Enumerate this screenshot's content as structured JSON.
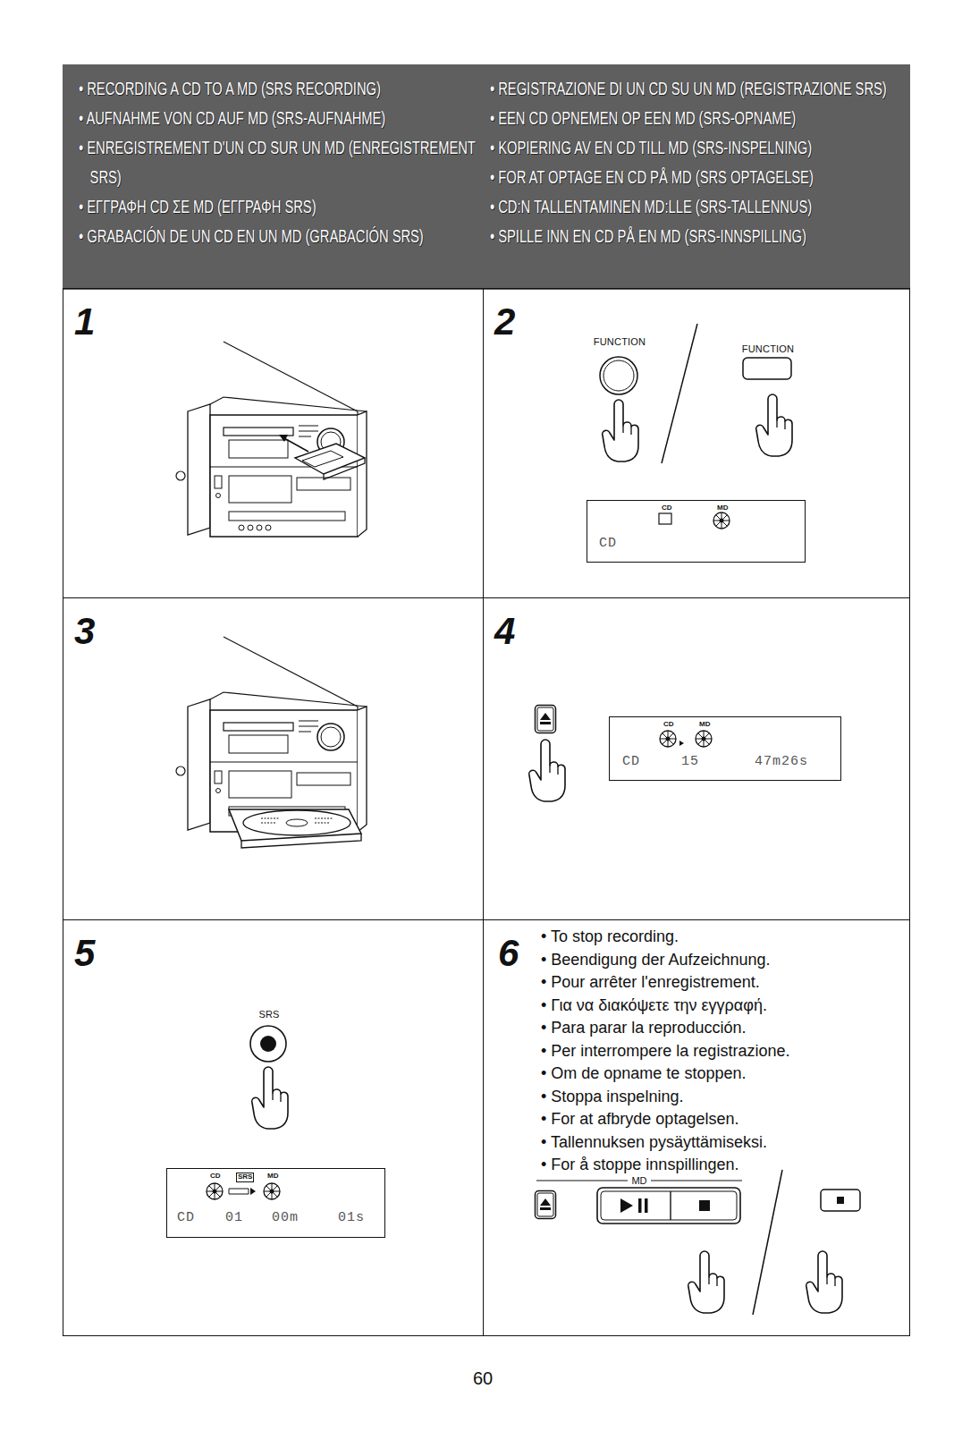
{
  "diagram": {
    "nodes": [
      {
        "text": [
          "• RECORDING A CD TO A MD (SRS RECORDING)",
          "• AUFNAHME VON CD AUF MD (SRS-AUFNAHME)",
          "• ENREGISTREMENT D'UN CD SUR UN MD (ENREGISTREMENT SRS)",
          "• ΕΓΓΡΑΦΗ CD ΣΕ MD (ΕΓΓΡΑΦΗ SRS)",
          "• GRABACIÓN DE UN CD EN UN MD (GRABACIÓN SRS)",
          "• REGISTRAZIONE DI UN CD SU UN MD (REGISTRAZIONE SRS)",
          "• EEN CD OPNEMEN OP EEN MD (SRS-OPNAME)",
          "• KOPIERING AV EN CD TILL MD (SRS-INSPELNING)",
          "• FOR AT OPTAGE EN CD PÅ MD (SRS OPTAGELSE)",
          "• CD:N TALLENTAMINEN MD:LLE (SRS-TALLENNUS)",
          "• SPILLE INN EN CD PÅ EN MD (SRS-INNSPILLING)"
        ]
      },
      {
        "text": [
          "1"
        ]
      },
      {
        "text": [
          "2"
        ]
      },
      {
        "text": [
          "FUNCTION"
        ],
        "in": 2
      },
      {
        "text": [
          "FUNCTION"
        ],
        "in": 2
      },
      {
        "text": [
          "CD",
          "MD",
          "CD"
        ],
        "in": 2
      },
      {
        "text": [
          "3"
        ]
      },
      {
        "text": [
          "4"
        ]
      },
      {
        "text": [
          "CD",
          "MD",
          "CD",
          "15",
          "47m26s"
        ],
        "in": 7
      },
      {
        "text": [
          "5"
        ]
      },
      {
        "text": [
          "SRS"
        ],
        "in": 9
      },
      {
        "text": [
          "CD",
          "SRS",
          "MD",
          "CD",
          "01",
          "00m",
          "01s"
        ],
        "in": 9
      },
      {
        "text": [
          "6",
          "• To stop recording.",
          "• Beendigung der Aufzeichnung.",
          "• Pour arrêter l'enregistrement.",
          "• Για να διακόψετε την εγγραφή.",
          "• Para parar la reproducción.",
          "• Per interrompere la registrazione.",
          "• Om de opname te stoppen.",
          "• Stoppa inspelning.",
          "• For at afbryde optagelsen.",
          "• Tallennuksen pysäyttämiseksi.",
          "• For å stoppe innspillingen."
        ]
      }
    ],
    "labels": [
      "MD",
      "60"
    ]
  }
}
